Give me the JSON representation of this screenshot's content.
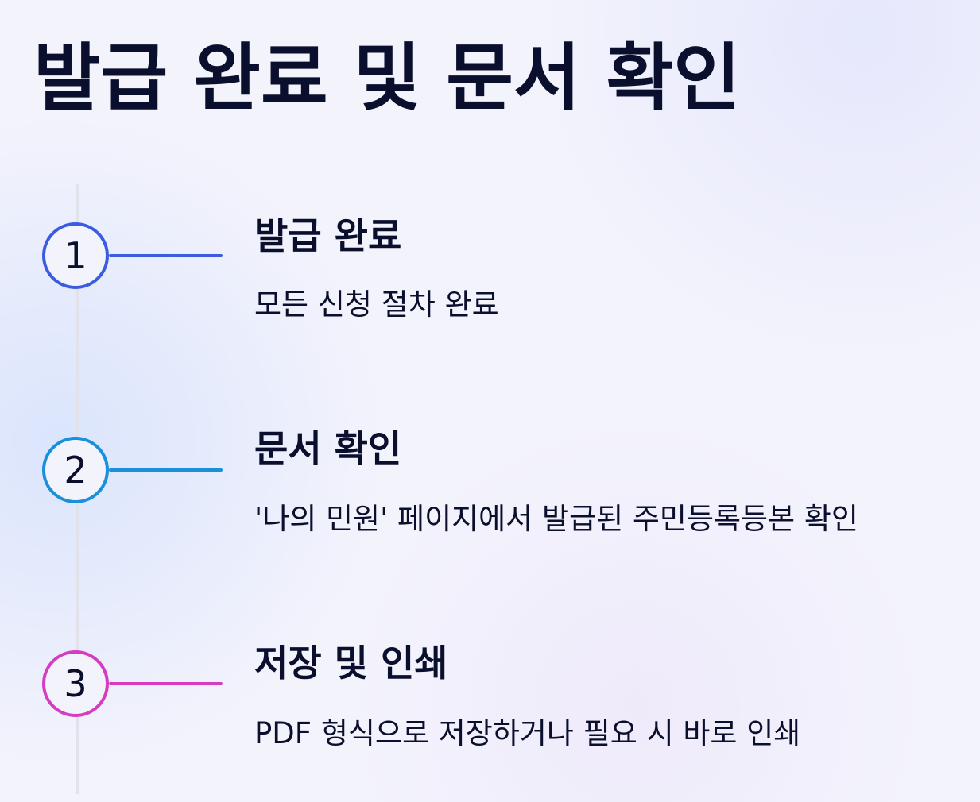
{
  "page": {
    "title": "발급 완료 및 문서 확인"
  },
  "steps": [
    {
      "number": "1",
      "title": "발급 완료",
      "description": "모든 신청 절차 완료",
      "color": "#3b5be0"
    },
    {
      "number": "2",
      "title": "문서 확인",
      "description": "'나의 민원' 페이지에서 발급된 주민등록등본 확인",
      "color": "#1a8fdc"
    },
    {
      "number": "3",
      "title": "저장 및 인쇄",
      "description": "PDF 형식으로 저장하거나 필요 시 바로 인쇄",
      "color": "#d63bc3"
    }
  ]
}
